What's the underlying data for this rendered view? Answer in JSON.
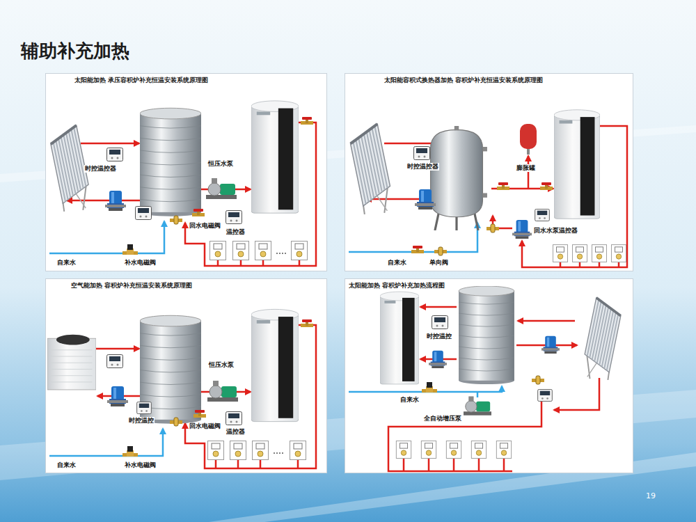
{
  "diagram": {
    "title": "辅助补充加热",
    "nodes": [
      {
        "text": [
          "太阳能加热 承压容积炉补充恒温安装系统原理图"
        ]
      },
      {
        "text": [
          "太阳能容积式换热器加热 容积炉补充恒温安装系统原理图"
        ]
      },
      {
        "text": [
          "空气能加热 容积炉补充恒温安装系统原理图"
        ]
      },
      {
        "text": [
          "太阳能加热 容积炉补充加热流程图"
        ]
      }
    ],
    "labels": [
      "时控温控器",
      "恒压水泵",
      "回水电磁阀",
      "温控器",
      "自来水",
      "补水电磁阀",
      "时控温控器",
      "膨胀罐",
      "回水水泵温控器",
      "自来水",
      "单向阀",
      "恒压水泵",
      "时控温控",
      "回水电磁阀",
      "温控器",
      "自来水",
      "补水电磁阀",
      "时控温控",
      "自来水",
      "全自动增压泵",
      "19"
    ]
  }
}
